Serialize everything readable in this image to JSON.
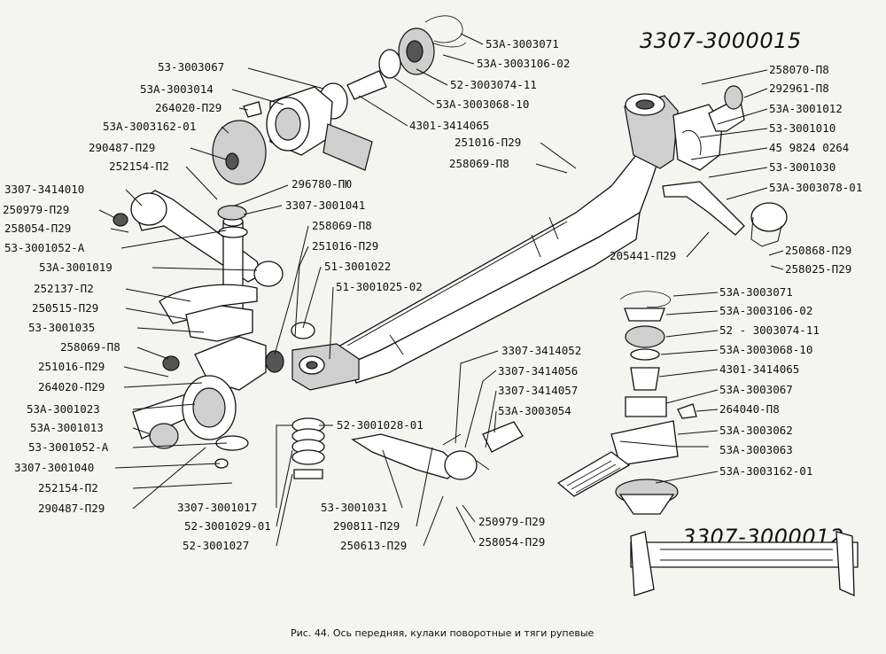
{
  "title_top": "3307-3000015",
  "title_bottom": "3307-3000012",
  "caption": "Рис. 44. Ось передняя, кулаки поворотные и тяги рупевые",
  "parts": [
    {
      "id": "p01",
      "label": "53А-3003071"
    },
    {
      "id": "p02",
      "label": "53А-3003106-02"
    },
    {
      "id": "p03",
      "label": "53-3003067"
    },
    {
      "id": "p04",
      "label": "52-3003074-11"
    },
    {
      "id": "p05",
      "label": "53А-3003014"
    },
    {
      "id": "p06",
      "label": "53А-3003068-10"
    },
    {
      "id": "p07",
      "label": "264020-П29"
    },
    {
      "id": "p08",
      "label": "4301-3414065"
    },
    {
      "id": "p09",
      "label": "53А-3003162-01"
    },
    {
      "id": "p10",
      "label": "290487-П29"
    },
    {
      "id": "p11",
      "label": "251016-П29"
    },
    {
      "id": "p12",
      "label": "252154-П2"
    },
    {
      "id": "p13",
      "label": "258069-П8"
    },
    {
      "id": "p14",
      "label": "3307-3414010"
    },
    {
      "id": "p15",
      "label": "296780-ПЮ"
    },
    {
      "id": "p16",
      "label": "250979-П29"
    },
    {
      "id": "p17",
      "label": "3307-3001041"
    },
    {
      "id": "p18",
      "label": "258054-П29"
    },
    {
      "id": "p19",
      "label": "258069-П8"
    },
    {
      "id": "p20",
      "label": "53-3001052-А"
    },
    {
      "id": "p21",
      "label": "251016-П29"
    },
    {
      "id": "p22",
      "label": "53А-3001019"
    },
    {
      "id": "p23",
      "label": "51-3001022"
    },
    {
      "id": "p24",
      "label": "252137-П2"
    },
    {
      "id": "p25",
      "label": "51-3001025-02"
    },
    {
      "id": "p26",
      "label": "250515-П29"
    },
    {
      "id": "p27",
      "label": "53-3001035"
    },
    {
      "id": "p28",
      "label": "258069-П8"
    },
    {
      "id": "p29",
      "label": "251016-П29"
    },
    {
      "id": "p30",
      "label": "264020-П29"
    },
    {
      "id": "p31",
      "label": "53А-3001023"
    },
    {
      "id": "p32",
      "label": "53А-3001013"
    },
    {
      "id": "p33",
      "label": "53-3001052-А"
    },
    {
      "id": "p34",
      "label": "3307-3001040"
    },
    {
      "id": "p35",
      "label": "252154-П2"
    },
    {
      "id": "p36",
      "label": "290487-П29"
    },
    {
      "id": "p37",
      "label": "52-3001028-01"
    },
    {
      "id": "p38",
      "label": "3307-3001017"
    },
    {
      "id": "p39",
      "label": "52-3001029-01"
    },
    {
      "id": "p40",
      "label": "52-3001027"
    },
    {
      "id": "p41",
      "label": "53-3001031"
    },
    {
      "id": "p42",
      "label": "290811-П29"
    },
    {
      "id": "p43",
      "label": "250613-П29"
    },
    {
      "id": "p44",
      "label": "250979-П29"
    },
    {
      "id": "p45",
      "label": "258054-П29"
    },
    {
      "id": "p46",
      "label": "3307-3414052"
    },
    {
      "id": "p47",
      "label": "3307-3414056"
    },
    {
      "id": "p48",
      "label": "3307-3414057"
    },
    {
      "id": "p49",
      "label": "53А-3003054"
    },
    {
      "id": "p50",
      "label": "258070-П8"
    },
    {
      "id": "p51",
      "label": "292961-П8"
    },
    {
      "id": "p52",
      "label": "53А-3001012"
    },
    {
      "id": "p53",
      "label": "53-3001010"
    },
    {
      "id": "p54",
      "label": "45 9824 0264"
    },
    {
      "id": "p55",
      "label": "53-3001030"
    },
    {
      "id": "p56",
      "label": "53А-3003078-01"
    },
    {
      "id": "p57",
      "label": "205441-П29"
    },
    {
      "id": "p58",
      "label": "250868-П29"
    },
    {
      "id": "p59",
      "label": "258025-П29"
    },
    {
      "id": "p60",
      "label": "53А-3003071"
    },
    {
      "id": "p61",
      "label": "53А-3003106-02"
    },
    {
      "id": "p62",
      "label": "52 - 3003074-11"
    },
    {
      "id": "p63",
      "label": "53А-3003068-10"
    },
    {
      "id": "p64",
      "label": "4301-3414065"
    },
    {
      "id": "p65",
      "label": "53А-3003067"
    },
    {
      "id": "p66",
      "label": "264040-П8"
    },
    {
      "id": "p67",
      "label": "53А-3003062"
    },
    {
      "id": "p68",
      "label": "53А-3003063"
    },
    {
      "id": "p69",
      "label": "53А-3003162-01"
    }
  ]
}
